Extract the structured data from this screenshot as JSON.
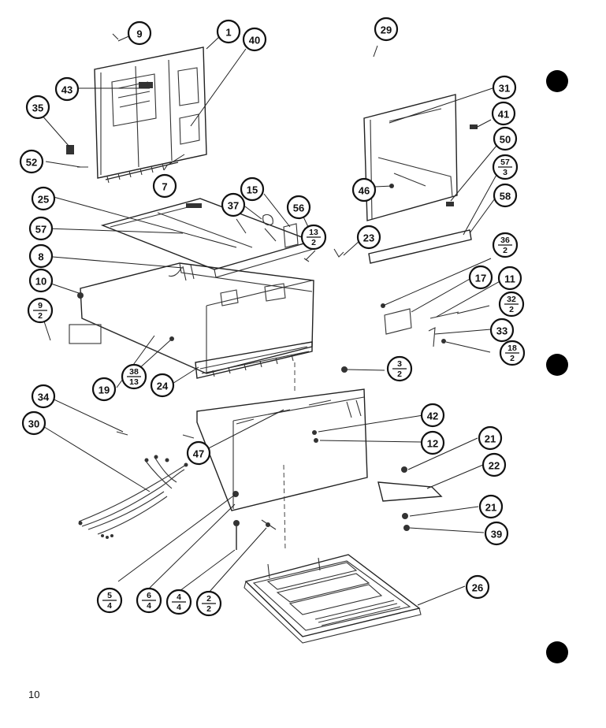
{
  "page_number": "10",
  "callouts": [
    {
      "label": "9"
    },
    {
      "label": "1"
    },
    {
      "label": "40"
    },
    {
      "label": "29"
    },
    {
      "label": "43"
    },
    {
      "label": "31"
    },
    {
      "label": "35"
    },
    {
      "label": "41"
    },
    {
      "label": "50"
    },
    {
      "label": "57",
      "den": "3"
    },
    {
      "label": "52"
    },
    {
      "label": "7"
    },
    {
      "label": "46"
    },
    {
      "label": "15"
    },
    {
      "label": "25"
    },
    {
      "label": "37"
    },
    {
      "label": "56"
    },
    {
      "label": "58"
    },
    {
      "label": "57"
    },
    {
      "label": "13",
      "den": "2"
    },
    {
      "label": "23"
    },
    {
      "label": "8"
    },
    {
      "label": "36",
      "den": "2"
    },
    {
      "label": "17"
    },
    {
      "label": "11"
    },
    {
      "label": "10"
    },
    {
      "label": "32",
      "den": "2"
    },
    {
      "label": "9",
      "den": "2"
    },
    {
      "label": "33"
    },
    {
      "label": "18",
      "den": "2"
    },
    {
      "label": "3",
      "den": "2"
    },
    {
      "label": "19"
    },
    {
      "label": "38",
      "den": "13"
    },
    {
      "label": "24"
    },
    {
      "label": "34"
    },
    {
      "label": "42"
    },
    {
      "label": "30"
    },
    {
      "label": "12"
    },
    {
      "label": "21"
    },
    {
      "label": "47"
    },
    {
      "label": "22"
    },
    {
      "label": "21"
    },
    {
      "label": "39"
    },
    {
      "label": "26"
    },
    {
      "label": "5",
      "den": "4"
    },
    {
      "label": "6",
      "den": "4"
    },
    {
      "label": "4",
      "den": "4"
    },
    {
      "label": "2",
      "den": "2"
    }
  ]
}
